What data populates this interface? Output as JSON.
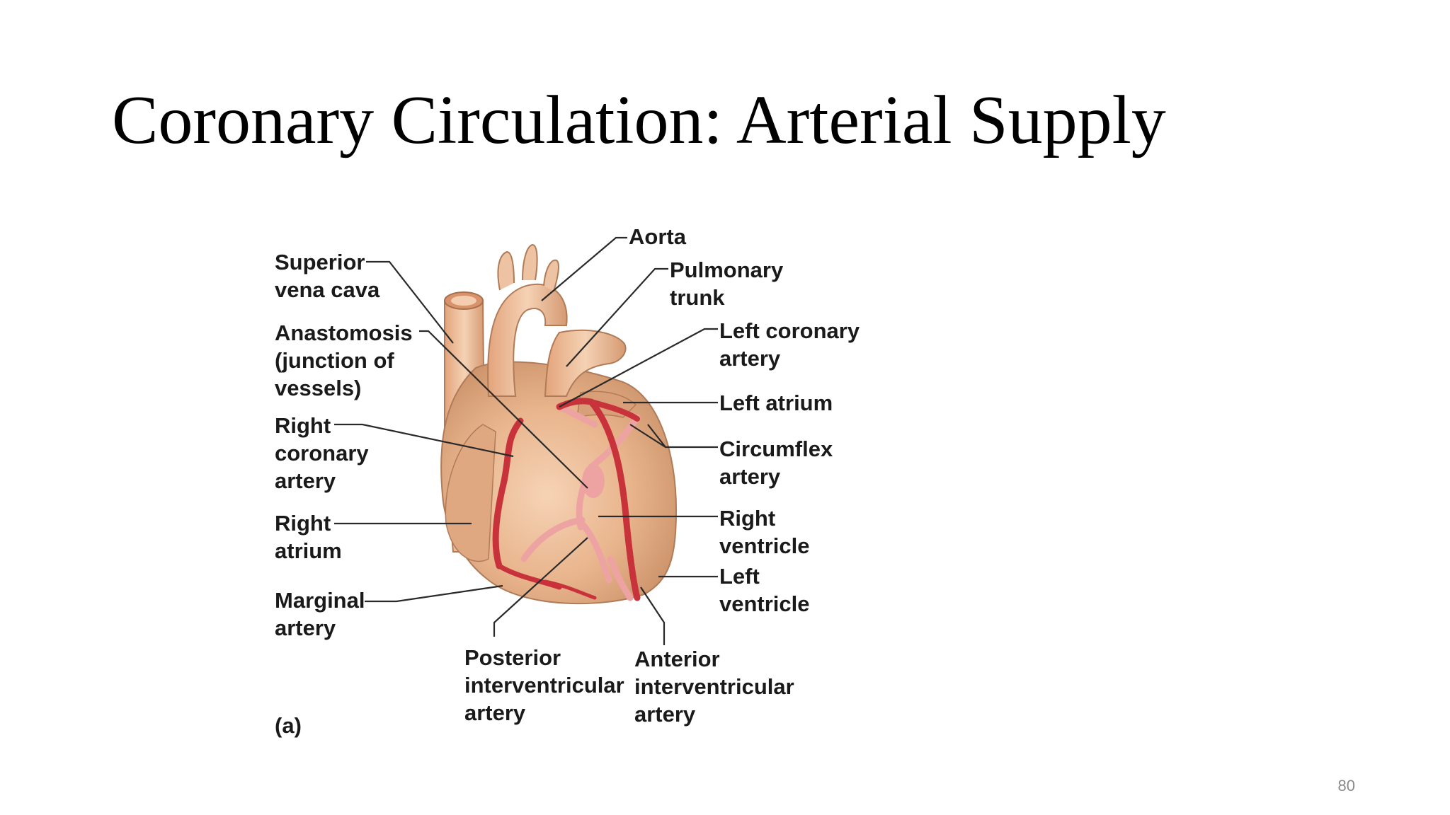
{
  "slide": {
    "title": "Coronary Circulation: Arterial Supply",
    "page_number": "80"
  },
  "diagram": {
    "panel_label": "(a)",
    "labels": {
      "aorta": [
        "Aorta"
      ],
      "superior_vena_cava": [
        "Superior",
        "vena cava"
      ],
      "pulmonary_trunk": [
        "Pulmonary",
        "trunk"
      ],
      "anastomosis": [
        "Anastomosis",
        "(junction of",
        "vessels)"
      ],
      "left_coronary_artery": [
        "Left coronary",
        "artery"
      ],
      "left_atrium": [
        "Left atrium"
      ],
      "right_coronary_artery": [
        "Right",
        "coronary",
        "artery"
      ],
      "circumflex_artery": [
        "Circumflex",
        "artery"
      ],
      "right_atrium": [
        "Right",
        "atrium"
      ],
      "right_ventricle": [
        "Right",
        "ventricle"
      ],
      "left_ventricle": [
        "Left",
        "ventricle"
      ],
      "marginal_artery": [
        "Marginal",
        "artery"
      ],
      "posterior_interventricular_artery": [
        "Posterior",
        "interventricular",
        "artery"
      ],
      "anterior_interventricular_artery": [
        "Anterior",
        "interventricular",
        "artery"
      ]
    },
    "colors": {
      "heart_tissue": "#e8b48c",
      "heart_shadow": "#c98f66",
      "artery": "#c8323a",
      "vein_pink": "#eea3a3"
    }
  }
}
